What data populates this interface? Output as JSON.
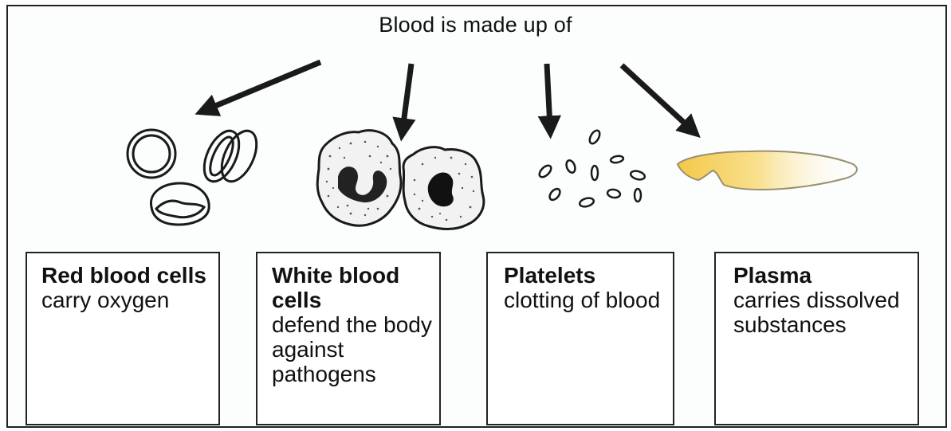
{
  "title": "Blood is made up of",
  "components": [
    {
      "name": "Red blood cells",
      "description": "carry oxygen"
    },
    {
      "name": "White blood cells",
      "description": "defend the body against pathogens"
    },
    {
      "name": "Platelets",
      "description": "clotting of blood"
    },
    {
      "name": "Plasma",
      "description": "carries dissolved substances"
    }
  ],
  "colors": {
    "stroke": "#1a1a1a",
    "plasma_fill": "#f6d262",
    "stipple": "#555555"
  }
}
